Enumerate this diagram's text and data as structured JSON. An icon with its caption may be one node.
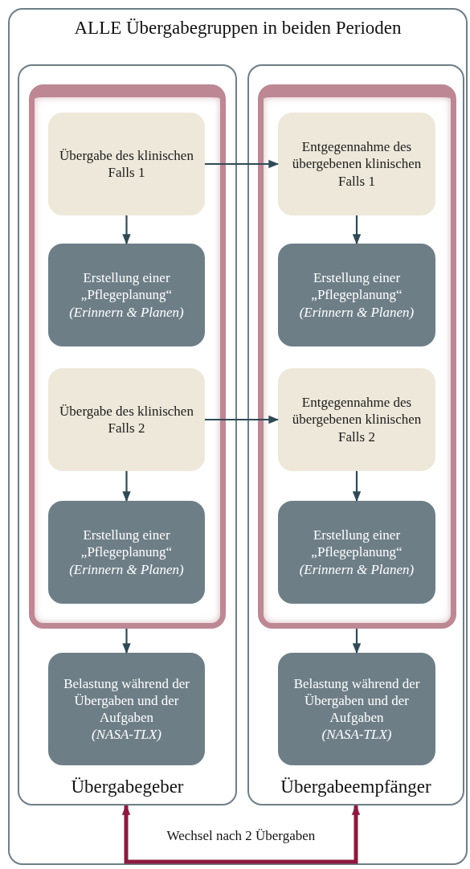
{
  "diagram": {
    "nodes": [
      {
        "text": [
          "ALLE Übergabegruppen in beiden Perioden"
        ]
      },
      {
        "text": [
          "Übergabegeber"
        ],
        "in": 0
      },
      {
        "text": [],
        "shape": "box",
        "in": 1
      },
      {
        "text": [
          "Übergabe des klinischen Falls 1"
        ],
        "in": 2
      },
      {
        "text": [
          "Erstellung einer „Pflegeplanung“",
          "(Erinnern & Planen)"
        ],
        "in": 2
      },
      {
        "text": [
          "Übergabe des klinischen Falls 2"
        ],
        "in": 2
      },
      {
        "text": [
          "Erstellung einer „Pflegeplanung“",
          "(Erinnern & Planen)"
        ],
        "in": 2
      },
      {
        "text": [
          "Belastung während der Übergaben und der Aufgaben",
          "(NASA-TLX)"
        ],
        "in": 1
      },
      {
        "text": [
          "Übergabeempfänger"
        ],
        "in": 0
      },
      {
        "text": [],
        "shape": "box",
        "in": 8
      },
      {
        "text": [
          "Entgegennahme des übergebenen klinischen Falls 1"
        ],
        "in": 9
      },
      {
        "text": [
          "Erstellung einer „Pflegeplanung“",
          "(Erinnern & Planen)"
        ],
        "in": 9
      },
      {
        "text": [
          "Entgegennahme des übergebenen klinischen Falls 2"
        ],
        "in": 9
      },
      {
        "text": [
          "Erstellung einer „Pflegeplanung“",
          "(Erinnern & Planen)"
        ],
        "in": 9
      },
      {
        "text": [
          "Belastung während der Übergaben und der Aufgaben",
          "(NASA-TLX)"
        ],
        "in": 8
      }
    ],
    "edges": [
      {
        "from": 3,
        "to": 10,
        "arrow": "to"
      },
      {
        "from": 3,
        "to": 4,
        "arrow": "to"
      },
      {
        "from": 10,
        "to": 11,
        "arrow": "to"
      },
      {
        "from": 5,
        "to": 12,
        "arrow": "to"
      },
      {
        "from": 5,
        "to": 6,
        "arrow": "to"
      },
      {
        "from": 12,
        "to": 13,
        "arrow": "to"
      },
      {
        "from": 2,
        "to": 7,
        "arrow": "to"
      },
      {
        "from": 9,
        "to": 14,
        "arrow": "to"
      },
      {
        "from": 1,
        "to": 8,
        "label": "Wechsel nach 2 Übergaben",
        "arrow": "both",
        "style": "thick",
        "color": "#8b1a3f"
      }
    ]
  }
}
